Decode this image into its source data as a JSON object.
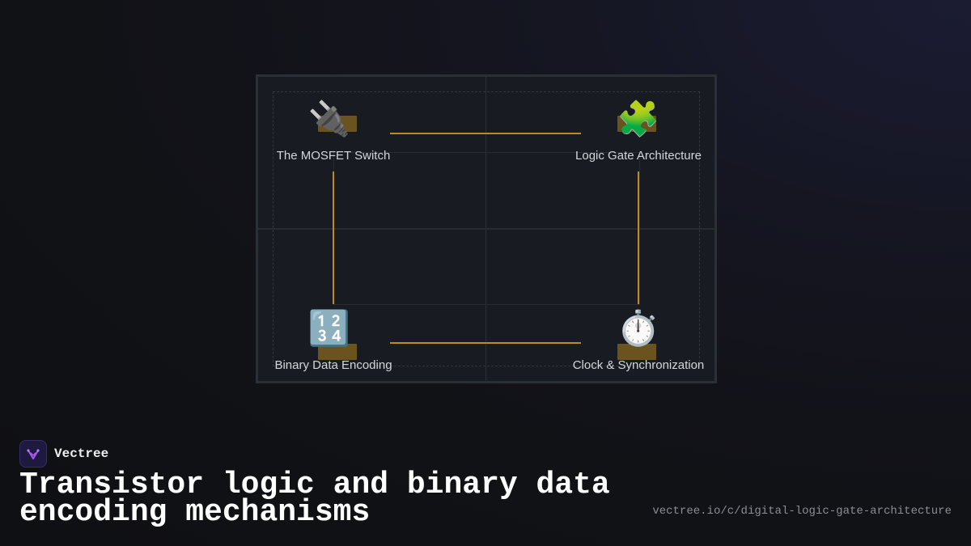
{
  "diagram": {
    "nodes": [
      {
        "label": "The MOSFET Switch",
        "icon": "electric-plug-icon",
        "emoji": "🔌"
      },
      {
        "label": "Logic Gate Architecture",
        "icon": "puzzle-piece-icon",
        "emoji": "🧩"
      },
      {
        "label": "Binary Data Encoding",
        "icon": "input-numbers-icon",
        "emoji": "🔢"
      },
      {
        "label": "Clock & Synchronization",
        "icon": "stopwatch-icon",
        "emoji": "⏱️"
      }
    ],
    "edges": [
      {
        "from": "The MOSFET Switch",
        "to": "Logic Gate Architecture"
      },
      {
        "from": "Logic Gate Architecture",
        "to": "Clock & Synchronization"
      },
      {
        "from": "Clock & Synchronization",
        "to": "Binary Data Encoding"
      },
      {
        "from": "Binary Data Encoding",
        "to": "The MOSFET Switch"
      }
    ],
    "colors": {
      "connector": "#c08a1c",
      "badge": "#6b5320",
      "panel": "#181c22"
    }
  },
  "footer": {
    "brand_name": "Vectree",
    "title": "Transistor logic and binary data encoding mechanisms",
    "url": "vectree.io/c/digital-logic-gate-architecture"
  }
}
